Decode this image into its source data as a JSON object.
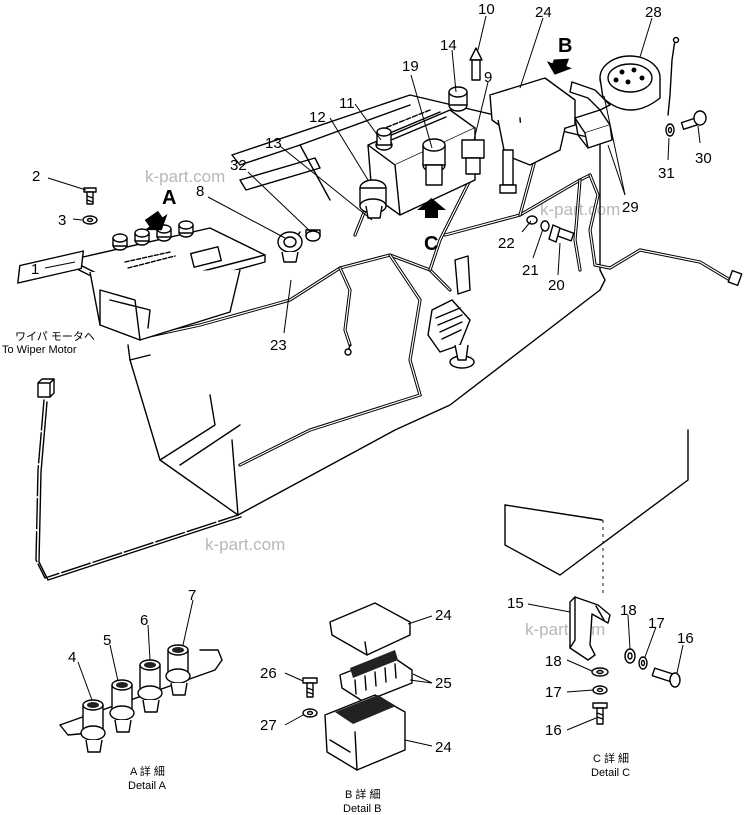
{
  "callouts": {
    "n1": "1",
    "n2": "2",
    "n3": "3",
    "n4": "4",
    "n5": "5",
    "n6": "6",
    "n7": "7",
    "n8": "8",
    "n9": "9",
    "n10": "10",
    "n11": "11",
    "n12": "12",
    "n13": "13",
    "n14": "14",
    "n15": "15",
    "n16a": "16",
    "n16b": "16",
    "n17a": "17",
    "n17b": "17",
    "n18a": "18",
    "n18b": "18",
    "n19": "19",
    "n20": "20",
    "n21": "21",
    "n22": "22",
    "n23": "23",
    "n24a": "24",
    "n24b": "24",
    "n24c": "24",
    "n25": "25",
    "n26": "26",
    "n27": "27",
    "n28": "28",
    "n29": "29",
    "n30": "30",
    "n31": "31",
    "n32": "32"
  },
  "view_markers": {
    "a": "A",
    "b": "B",
    "c": "C"
  },
  "wiper_label": {
    "jp": "ワイパ モータへ",
    "en": "To Wiper Motor"
  },
  "details": {
    "a": {
      "jp": "A 詳 細",
      "en": "Detail A"
    },
    "b": {
      "jp": "B 詳 細",
      "en": "Detail B"
    },
    "c": {
      "jp": "C 詳 細",
      "en": "Detail C"
    }
  },
  "watermark": "k-part.com"
}
